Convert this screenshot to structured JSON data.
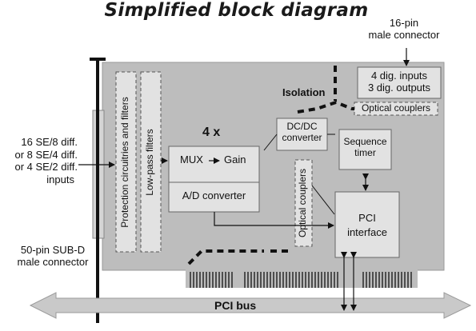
{
  "title": "Simplified block diagram",
  "connector_16pin": [
    "16-pin",
    "male connector"
  ],
  "dig_io": [
    "4 dig. inputs",
    "3 dig. outputs"
  ],
  "isolation": "Isolation",
  "optical_couplers_top": "Optical couplers",
  "protection": "Protection circuitries and filters",
  "lowpass": "Low-pass filters",
  "multiplier": "4 x",
  "mux": "MUX",
  "gain": "Gain",
  "adc": "A/D converter",
  "dcdc": [
    "DC/DC",
    "converter"
  ],
  "sequence_timer": [
    "Sequence",
    "timer"
  ],
  "optical_couplers_mid": "Optical couplers",
  "pci_interface": [
    "PCI",
    "interface"
  ],
  "inputs": [
    "16 SE/8 diff.",
    "or  8 SE/4 diff.",
    "or 4 SE/2 diff.",
    "inputs"
  ],
  "subd": [
    "50-pin SUB-D",
    "male connector"
  ],
  "pci_bus": "PCI bus",
  "colors": {
    "board": "#bdbdbd",
    "block": "#e2e2e2",
    "bus": "#c9c9c9",
    "line": "#111111"
  }
}
